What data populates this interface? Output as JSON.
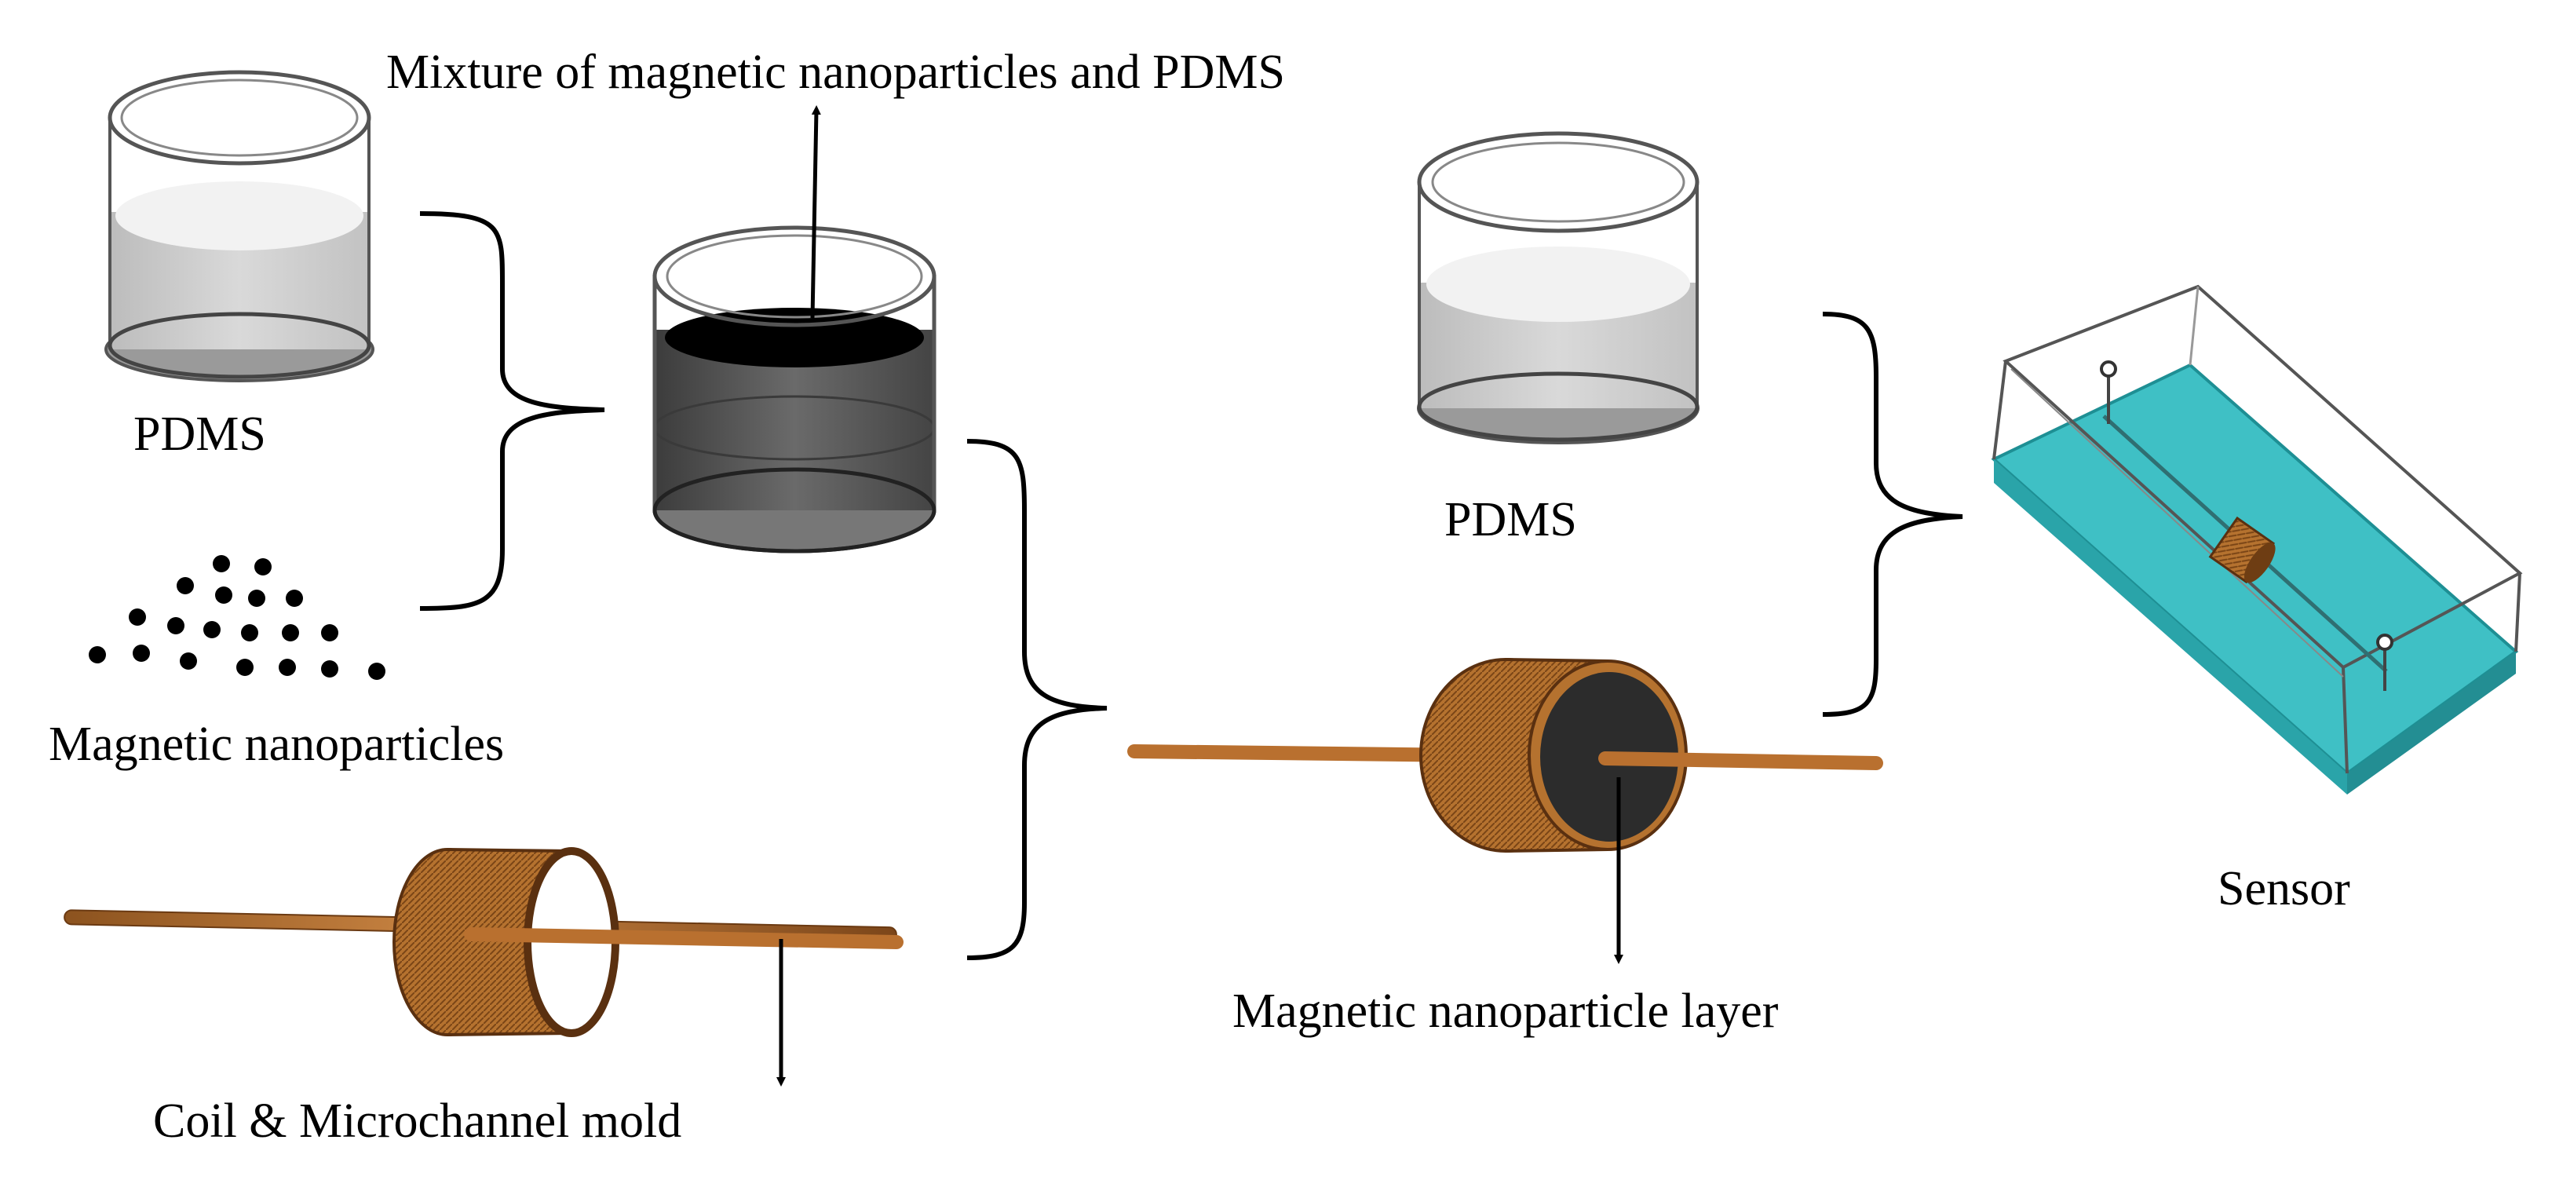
{
  "labels": {
    "mixture": "Mixture of magnetic nanoparticles and PDMS",
    "pdms_left": "PDMS",
    "nanoparticles": "Magnetic nanoparticles",
    "coil_mold": "Coil & Microchannel mold",
    "pdms_right": "PDMS",
    "np_layer": "Magnetic nanoparticle layer",
    "sensor": "Sensor"
  },
  "colors": {
    "pdms_fill": "#d6d6d6",
    "mixture_fill": "#5a5a5a",
    "copper": "#b9702f",
    "copper_dark": "#7a4516",
    "sensor_fill": "#3ebfc4",
    "ink": "#000000"
  },
  "icons": [
    "beaker-pdms",
    "beaker-mixture",
    "nanoparticle-dots",
    "coil-mold",
    "coil-with-layer",
    "sensor-block",
    "bracket",
    "arrow"
  ]
}
